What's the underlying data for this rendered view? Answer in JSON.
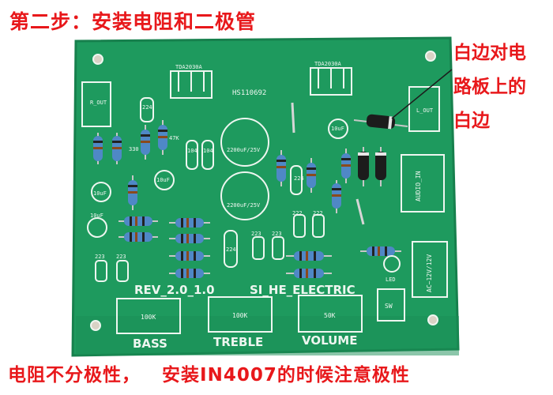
{
  "header": {
    "title": "第二步：安装电阻和二极管"
  },
  "callout": {
    "line1": "白边对电",
    "line2": "路板上的",
    "line3": "白边"
  },
  "footer": {
    "note_left": "电阻不分极性，",
    "note_right": "安装IN4007的时候注意极性"
  },
  "board": {
    "model": "HS110692",
    "chip_left": "TDA2030A",
    "chip_right": "TDA2030A",
    "r_out": "R_OUT",
    "l_out": "L_OUT",
    "cap_big_1": "2200uF/25V",
    "cap_big_2": "2200uF/25V",
    "cap_small_1": "10uF",
    "cap_small_2": "10uF",
    "cap_small_3": "10uF",
    "cap_small_4": "10uF",
    "cap_224_a": "224",
    "cap_224_b": "224",
    "cap_224_c": "224",
    "cap_104_a": "104",
    "cap_104_b": "104",
    "cap_222_a": "222",
    "cap_222_b": "222",
    "cap_223_a": "223",
    "cap_223_b": "223",
    "cap_223_c": "223",
    "cap_223_d": "223",
    "res_330": "330",
    "res_47k": "47K",
    "audio_in": "AUDIO_IN",
    "power": "AC~12V/12V",
    "led": "LED",
    "switch": "SW",
    "revision": "REV_2.0_1.0",
    "brand": "SI_HE_ELECTRIC",
    "pot_bass_value": "100K",
    "pot_treble_value": "100K",
    "pot_volume_value": "50K",
    "bass": "BASS",
    "treble": "TREBLE",
    "volume": "VOLUME"
  },
  "colors": {
    "board": "#1e9a5e",
    "text_red": "#e8181b",
    "silkscreen": "#eef6f0"
  }
}
